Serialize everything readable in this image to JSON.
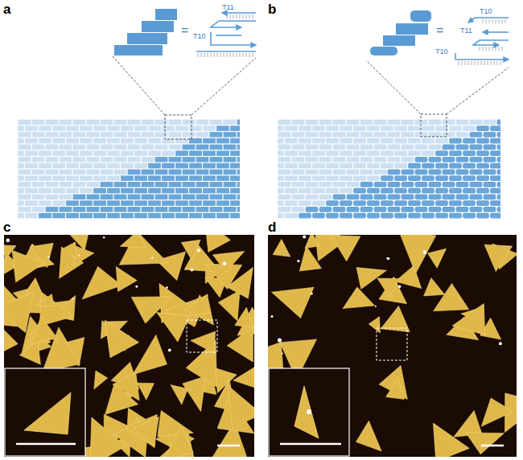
{
  "diagram": {
    "labels": [
      "a",
      "T11",
      "T10",
      "=",
      "b",
      "T10",
      "T11",
      "T10",
      "=",
      "c",
      "d"
    ]
  }
}
